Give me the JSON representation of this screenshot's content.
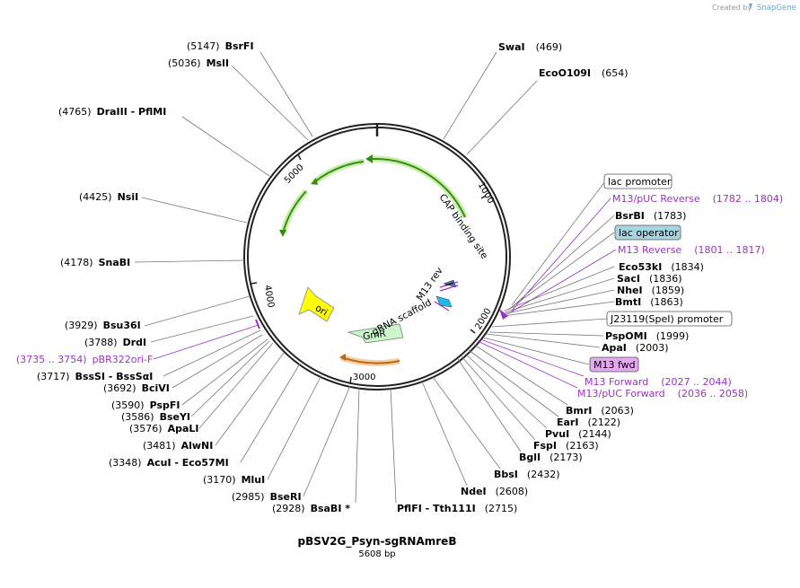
{
  "header": {
    "created_by": "Created by",
    "brand": "SnapGene"
  },
  "plasmid": {
    "name": "pBSV2G_Psyn-sgRNAmreB",
    "size": "5608 bp"
  },
  "ticks": [
    "1000",
    "2000",
    "3000",
    "4000",
    "5000"
  ],
  "features": {
    "cap": "CAP binding site",
    "m13rev": "M13 rev",
    "grna": "gRNA scaffold",
    "ori": "ori",
    "gmr": "GmR"
  },
  "sites": [
    {
      "pos": "(469)",
      "name": "SwaI"
    },
    {
      "pos": "(654)",
      "name": "EcoO109I"
    },
    {
      "pos": "(1783)",
      "name": "BsrBI"
    },
    {
      "pos": "(1834)",
      "name": "Eco53kI"
    },
    {
      "pos": "(1836)",
      "name": "SacI"
    },
    {
      "pos": "(1859)",
      "name": "NheI"
    },
    {
      "pos": "(1863)",
      "name": "BmtI"
    },
    {
      "pos": "(1999)",
      "name": "PspOMI"
    },
    {
      "pos": "(2003)",
      "name": "ApaI"
    },
    {
      "pos": "(2063)",
      "name": "BmrI"
    },
    {
      "pos": "(2122)",
      "name": "EarI"
    },
    {
      "pos": "(2144)",
      "name": "PvuI"
    },
    {
      "pos": "(2163)",
      "name": "FspI"
    },
    {
      "pos": "(2173)",
      "name": "BglI"
    },
    {
      "pos": "(2432)",
      "name": "BbsI"
    },
    {
      "pos": "(2608)",
      "name": "NdeI"
    },
    {
      "pos": "(2715)",
      "name": "PflFI  -  Tth111I"
    },
    {
      "pos": "(2928)",
      "name": "BsaBI *"
    },
    {
      "pos": "(2985)",
      "name": "BseRI"
    },
    {
      "pos": "(3170)",
      "name": "MluI"
    },
    {
      "pos": "(3348)",
      "name": "AcuI  -  Eco57MI"
    },
    {
      "pos": "(3481)",
      "name": "AlwNI"
    },
    {
      "pos": "(3576)",
      "name": "ApaLI"
    },
    {
      "pos": "(3586)",
      "name": "BseYI"
    },
    {
      "pos": "(3590)",
      "name": "PspFI"
    },
    {
      "pos": "(3692)",
      "name": "BciVI"
    },
    {
      "pos": "(3717)",
      "name": "BssSI  -  BssSαI"
    },
    {
      "pos": "(3788)",
      "name": "DrdI"
    },
    {
      "pos": "(3929)",
      "name": "Bsu36I"
    },
    {
      "pos": "(4178)",
      "name": "SnaBI"
    },
    {
      "pos": "(4425)",
      "name": "NsiI"
    },
    {
      "pos": "(4765)",
      "name": "DraIII  -  PflMI"
    },
    {
      "pos": "(5036)",
      "name": "MslI"
    },
    {
      "pos": "(5147)",
      "name": "BsrFI"
    }
  ],
  "primers": [
    {
      "label": "M13/pUC Reverse",
      "range": "(1782 .. 1804)"
    },
    {
      "label": "M13 Reverse",
      "range": "(1801 .. 1817)"
    },
    {
      "label": "M13 Forward",
      "range": "(2027 .. 2044)"
    },
    {
      "label": "M13/pUC Forward",
      "range": "(2036 .. 2058)"
    },
    {
      "label": "pBR322ori-F",
      "range": "(3735 .. 3754)"
    }
  ],
  "boxes": {
    "lac_promoter": "lac promoter",
    "lac_operator": "lac operator",
    "j23119": "J23119(SpeI) promoter",
    "m13fwd": "M13 fwd"
  }
}
